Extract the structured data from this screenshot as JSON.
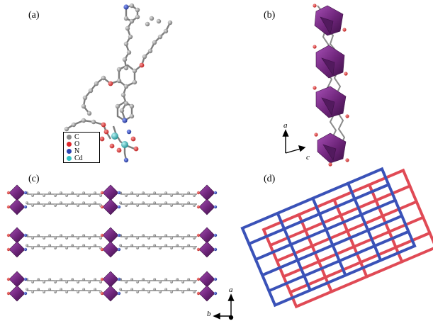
{
  "panels": {
    "a": {
      "label": "(a)"
    },
    "b": {
      "label": "(b)"
    },
    "c": {
      "label": "(c)"
    },
    "d": {
      "label": "(d)"
    }
  },
  "legend": {
    "items": [
      {
        "symbol": "C",
        "color": "#8a8a8a"
      },
      {
        "symbol": "O",
        "color": "#e0262a"
      },
      {
        "symbol": "N",
        "color": "#2b44b3"
      },
      {
        "symbol": "Cd",
        "color": "#36c1c4"
      }
    ]
  },
  "axes_b": {
    "vertical": "a",
    "horizontal": "c"
  },
  "axes_c": {
    "vertical": "a",
    "horizontal": "b"
  },
  "colors": {
    "carbon": "#8a8a8a",
    "oxygen": "#e0262a",
    "nitrogen": "#2b44b3",
    "cadmium": "#36c1c4",
    "polyhedron": "#7a2b85",
    "net_blue": "#3a52b8",
    "net_red": "#e04a55"
  }
}
